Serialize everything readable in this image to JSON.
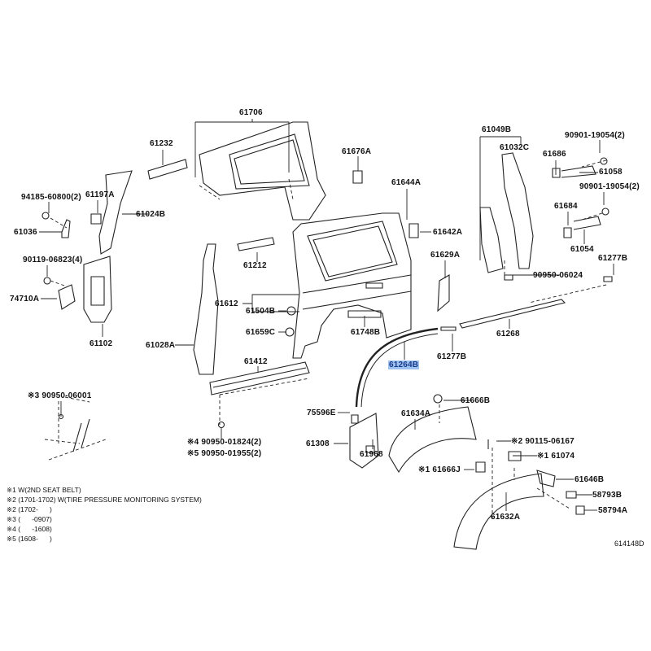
{
  "diagram": {
    "parts": {
      "p61706": "61706",
      "p61232": "61232",
      "p61676A": "61676A",
      "p61049B": "61049B",
      "p90901_a": "90901-19054(2)",
      "p61032C": "61032C",
      "p61686": "61686",
      "p61058": "61058",
      "p61644A": "61644A",
      "p94185": "94185-60800(2)",
      "p61197A": "61197A",
      "p90901_b": "90901-19054(2)",
      "p61024B": "61024B",
      "p61684": "61684",
      "p61036": "61036",
      "p61642A": "61642A",
      "p61054": "61054",
      "p61212": "61212",
      "p61629A": "61629A",
      "p61277B_a": "61277B",
      "p90119": "90119-06823(4)",
      "p90950_06024": "90950-06024",
      "p74710A": "74710A",
      "p61612": "61612",
      "p61504B": "61504B",
      "p61659C": "61659C",
      "p61748B": "61748B",
      "p61268": "61268",
      "p61102": "61102",
      "p61028A": "61028A",
      "p61412": "61412",
      "p61264B": "61264B",
      "p61277B_b": "61277B",
      "p90950_06001": "※3 90950-06001",
      "p61666B": "61666B",
      "p75596E": "75596E",
      "p61634A": "61634A",
      "p61308": "61308",
      "p90950_01824": "※4 90950-01824(2)",
      "p90950_01955": "※5 90950-01955(2)",
      "p90115": "※2 90115-06167",
      "p61074": "※1 61074",
      "p61968": "61968",
      "p61666J": "※1 61666J",
      "p61646B": "61646B",
      "p58793B": "58793B",
      "p58794A": "58794A",
      "p61632A": "61632A"
    },
    "highlighted_part": "61264B",
    "highlight_color": "#9ec3f0",
    "footnotes": [
      "※1 W(2ND SEAT BELT)",
      "※2 (1701-1702) W(TIRE PRESSURE MONITORING SYSTEM)",
      "※2 (1702-      )",
      "※3 (      -0907)",
      "※4 (      -1608)",
      "※5 (1608-      )"
    ],
    "illustration_code": "614148D"
  }
}
